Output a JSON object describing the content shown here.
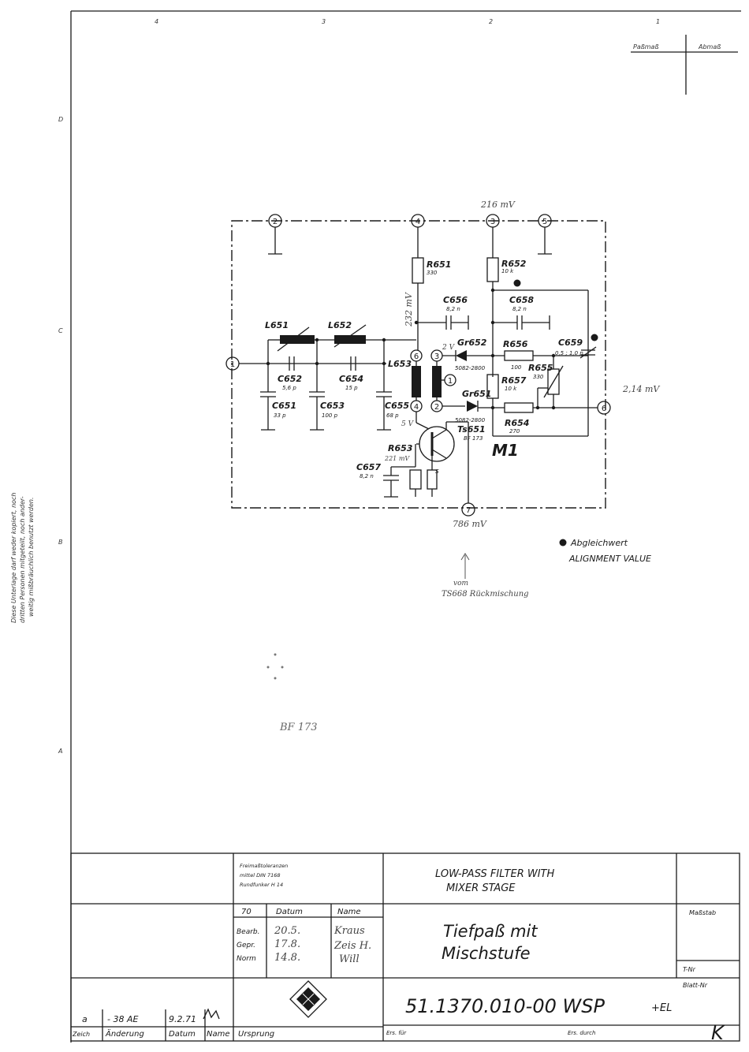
{
  "header": {
    "col_numbers": [
      "4",
      "3",
      "2",
      "1"
    ],
    "row_letters": [
      "D",
      "C",
      "B",
      "A"
    ],
    "passmass": "Paßmaß",
    "abmass": "Abmaß"
  },
  "side_note": {
    "line1": "Diese Unterlage darf weder kopiert, noch",
    "line2": "dritten Personen mitgeteilt, noch ander-",
    "line3": "weitig mißbräuchlich benutzt werden."
  },
  "schematic": {
    "module": "M1",
    "pins": [
      "1",
      "2",
      "3",
      "4",
      "5",
      "6",
      "7"
    ],
    "components": [
      {
        "ref": "L651",
        "value": ""
      },
      {
        "ref": "L652",
        "value": ""
      },
      {
        "ref": "L653",
        "value": ""
      },
      {
        "ref": "C651",
        "value": "33 p"
      },
      {
        "ref": "C652",
        "value": "5,6 p"
      },
      {
        "ref": "C653",
        "value": "100 p"
      },
      {
        "ref": "C654",
        "value": "15 p"
      },
      {
        "ref": "C655",
        "value": "68 p"
      },
      {
        "ref": "C656",
        "value": "8,2 n"
      },
      {
        "ref": "C657",
        "value": "8,2 n"
      },
      {
        "ref": "C658",
        "value": "8,2 n"
      },
      {
        "ref": "C659",
        "value": "0,5 ; 1,0 p"
      },
      {
        "ref": "R651",
        "value": "330"
      },
      {
        "ref": "R652",
        "value": "10 k"
      },
      {
        "ref": "R653",
        "value": ""
      },
      {
        "ref": "R654",
        "value": "270"
      },
      {
        "ref": "R655",
        "value": "330"
      },
      {
        "ref": "R656",
        "value": "100"
      },
      {
        "ref": "R657",
        "value": "10 k"
      },
      {
        "ref": "Gr652",
        "value": "5082-2800"
      },
      {
        "ref": "Gr651",
        "value": "5082-2800"
      },
      {
        "ref": "Ts651",
        "value": "BF 173"
      }
    ],
    "handnotes": [
      "216 mV",
      "232 mV",
      "2 V",
      "5 V",
      "2,14 mV",
      "221 mV",
      "786 mV",
      "vom",
      "TS668 Rückmischung",
      "BF 173"
    ],
    "legend_de": "Abgleichwert",
    "legend_en": "ALIGNMENT VALUE"
  },
  "title_block": {
    "tol1": "Freimaßtoleranzen",
    "tol2": "mittel DIN 7168",
    "tol3": "Rundfunker H 14",
    "title_en_1": "LOW-PASS FILTER WITH",
    "title_en_2": "MIXER STAGE",
    "title_de_1": "Tiefpaß mit",
    "title_de_2": "Mischstufe",
    "massstab": "Maßstab",
    "t_nr": "T-Nr",
    "blatt_nr": "Blatt-Nr",
    "code": "70",
    "datum_hdr": "Datum",
    "name_hdr": "Name",
    "rows": [
      {
        "label": "Bearb.",
        "date": "20.5.",
        "name": "Kraus"
      },
      {
        "label": "Gepr.",
        "date": "17.8.",
        "name": "Zeis H."
      },
      {
        "label": "Norm",
        "date": "14.8.",
        "name": "Will"
      }
    ],
    "drawing_no": "51.1370.010-00 WSP",
    "suffix": "+EL",
    "rev_letter": "a",
    "rev_change": "- 38 AE",
    "rev_date": "9.2.71",
    "col_zeich": "Zeich",
    "col_aenderung": "Änderung",
    "col_datum": "Datum",
    "col_name": "Name",
    "ursprung": "Ursprung",
    "ers_fuer": "Ers. für",
    "ers_durch": "Ers. durch",
    "corner": "K"
  }
}
